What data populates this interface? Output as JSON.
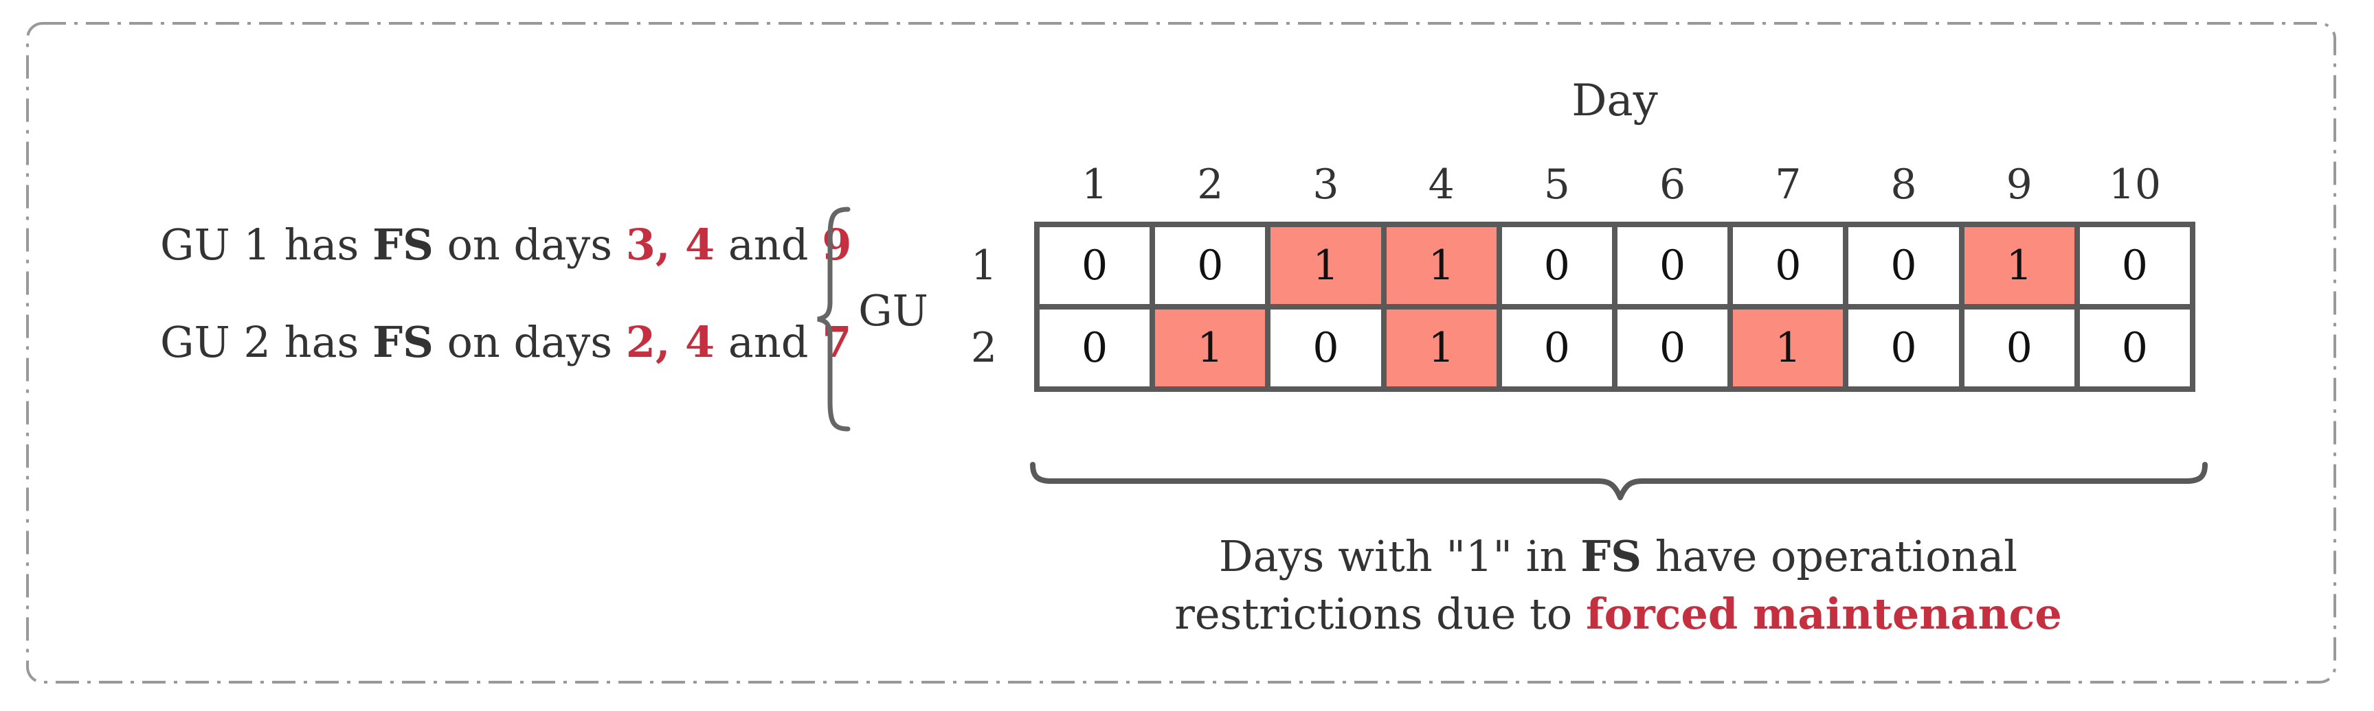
{
  "colors": {
    "red_text": "#C4303F",
    "highlight": "#FC8C7E",
    "grid_line": "#595959",
    "brace": "#666666",
    "dashed_border": "#999999",
    "text_dark": "#333333"
  },
  "annotations": {
    "line1": {
      "t1": "GU 1 has ",
      "t2": "FS",
      "t3": " on days ",
      "t4": "3, 4",
      "t5": " and ",
      "t6": "9"
    },
    "line2": {
      "t1": "GU 2 has ",
      "t2": "FS",
      "t3": " on days ",
      "t4": "2, 4",
      "t5": " and ",
      "t6": "7"
    }
  },
  "matrix": {
    "axis_title": "Day",
    "row_axis_title": "GU",
    "col_headers": [
      "1",
      "2",
      "3",
      "4",
      "5",
      "6",
      "7",
      "8",
      "9",
      "10"
    ],
    "row_headers": [
      "1",
      "2"
    ],
    "rows": [
      [
        0,
        0,
        1,
        1,
        0,
        0,
        0,
        0,
        1,
        0
      ],
      [
        0,
        1,
        0,
        1,
        0,
        0,
        1,
        0,
        0,
        0
      ]
    ]
  },
  "caption": {
    "c1": "Days with \"1\" in ",
    "c2": "FS",
    "c3": " have operational",
    "c4": "restrictions due to ",
    "c5": "forced maintenance"
  }
}
